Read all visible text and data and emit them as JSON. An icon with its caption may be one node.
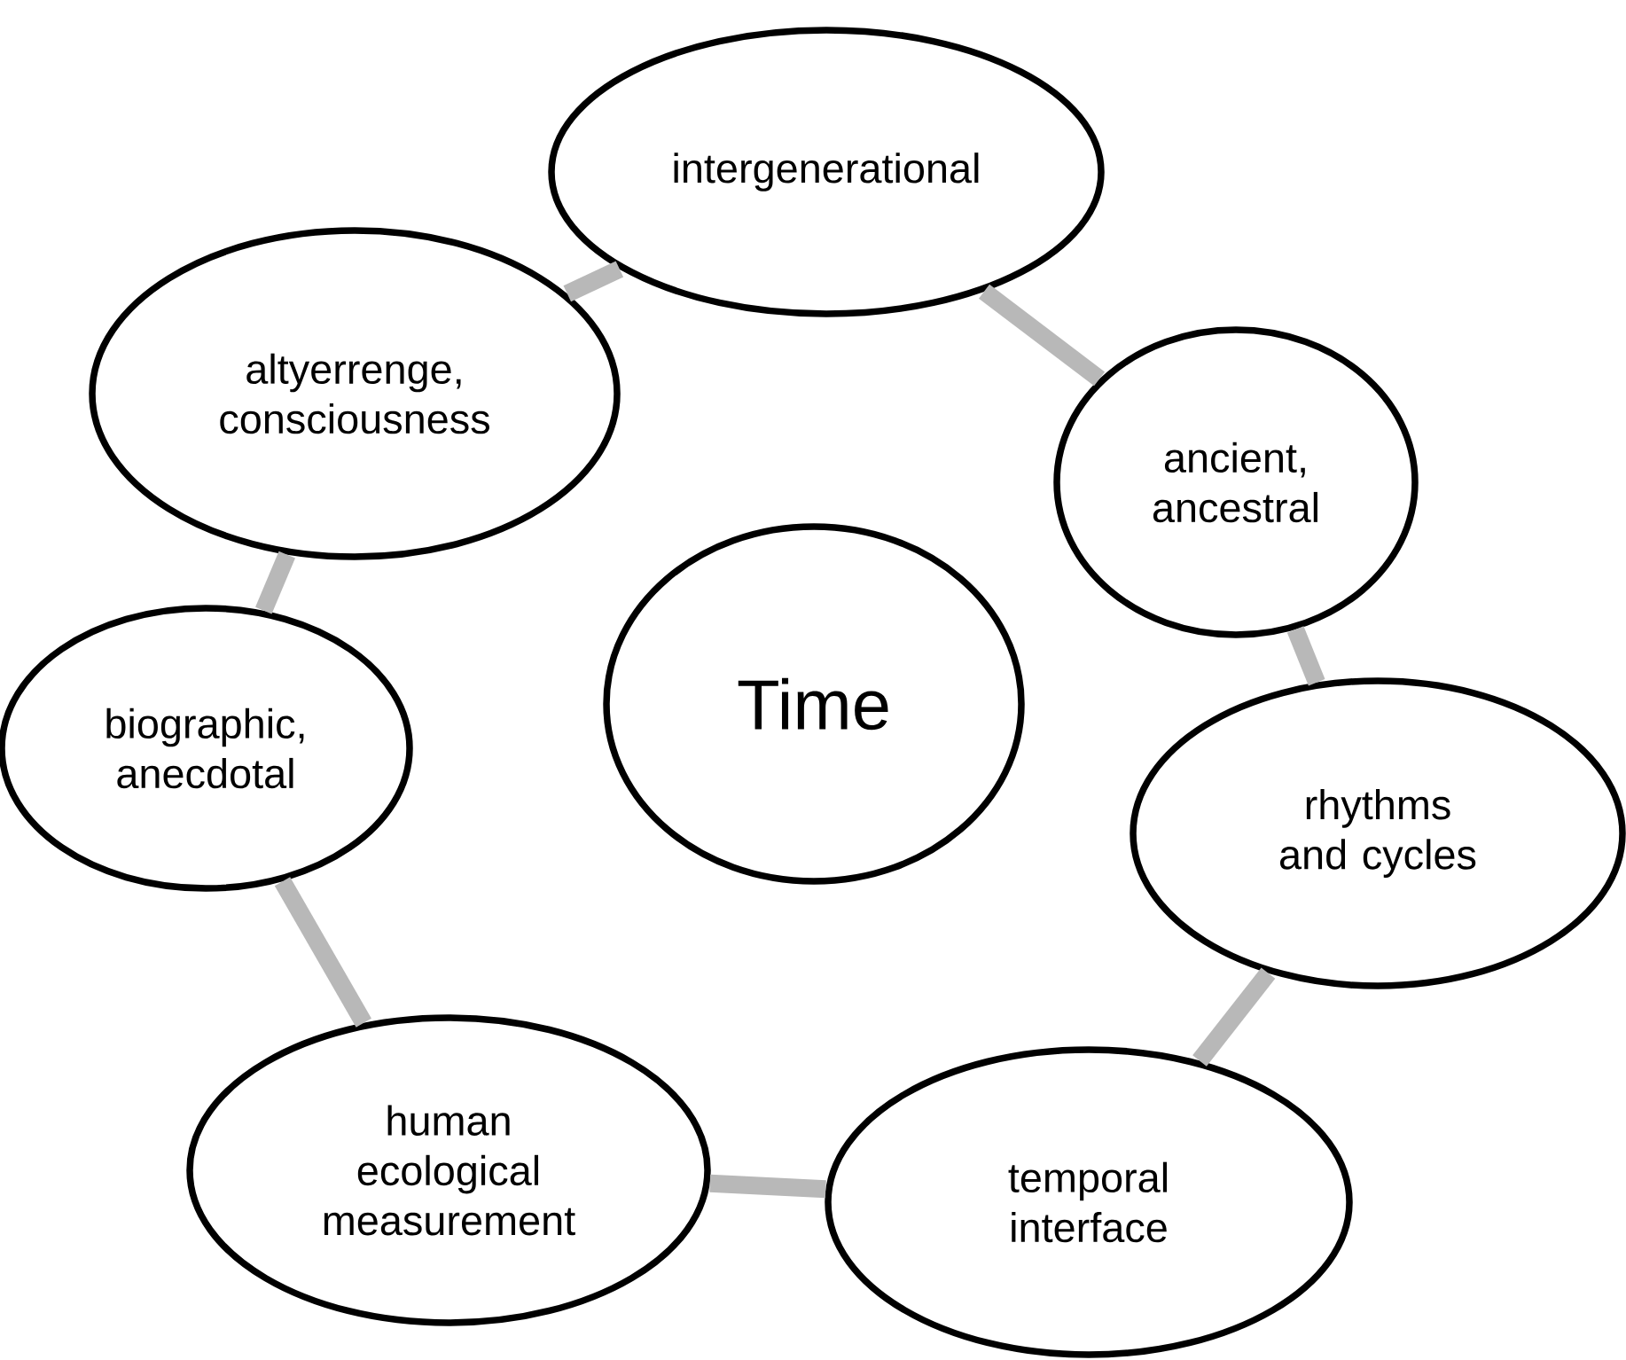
{
  "diagram": {
    "nodes": [
      {
        "text": [
          "intergenerational"
        ]
      },
      {
        "text": [
          "ancient, ancestral"
        ]
      },
      {
        "text": [
          "rhythms and cycles"
        ]
      },
      {
        "text": [
          "temporal interface"
        ]
      },
      {
        "text": [
          "human ecological measurement"
        ]
      },
      {
        "text": [
          "biographic, anecdotal"
        ]
      },
      {
        "text": [
          "altyerrenge, consciousness"
        ]
      },
      {
        "text": [
          "Time"
        ]
      }
    ],
    "edges": [
      {
        "from": 0,
        "to": 1,
        "arrow": "none"
      },
      {
        "from": 1,
        "to": 2,
        "arrow": "none"
      },
      {
        "from": 2,
        "to": 3,
        "arrow": "none"
      },
      {
        "from": 3,
        "to": 4,
        "arrow": "none"
      },
      {
        "from": 4,
        "to": 5,
        "arrow": "none"
      },
      {
        "from": 5,
        "to": 6,
        "arrow": "none"
      },
      {
        "from": 6,
        "to": 0,
        "arrow": "none"
      }
    ]
  }
}
